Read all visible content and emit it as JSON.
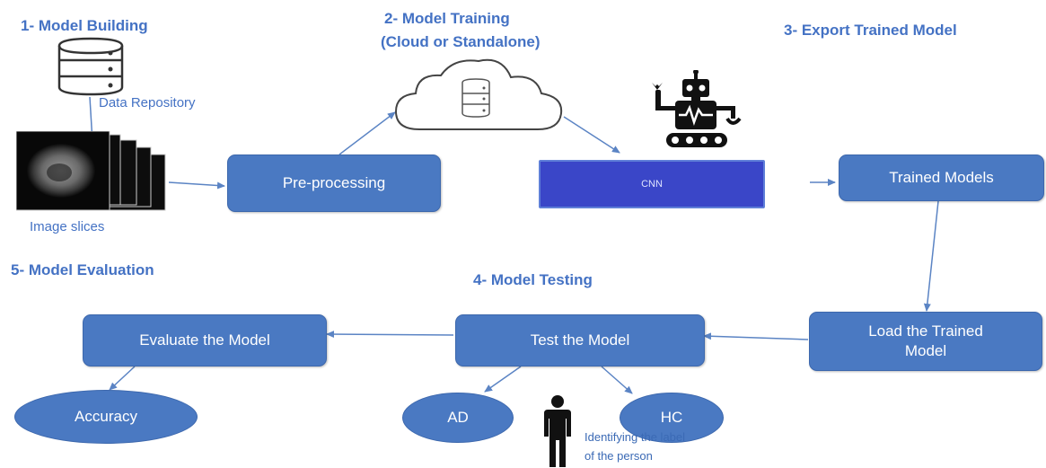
{
  "stages": {
    "building": "1- Model Building",
    "training_line1": "2- Model Training",
    "training_line2": "(Cloud or Standalone)",
    "export": "3- Export Trained Model",
    "testing": "4- Model Testing",
    "evaluation": "5- Model Evaluation"
  },
  "labels": {
    "data_repository": "Data Repository",
    "image_slices": "Image slices",
    "identifying_line1": "Identifying the label",
    "identifying_line2": "of the person"
  },
  "boxes": {
    "preprocessing": "Pre-processing",
    "cnn": "CNN",
    "trained_models": "Trained Models",
    "load_line1": "Load the Trained",
    "load_line2": "Model",
    "test": "Test the Model",
    "evaluate": "Evaluate the Model"
  },
  "outcomes": {
    "accuracy": "Accuracy",
    "ad": "AD",
    "hc": "HC"
  },
  "icons": [
    "database-icon",
    "mri-slices-icon",
    "cloud-database-icon",
    "robot-icon",
    "person-icon"
  ],
  "colors": {
    "box": "#4a79c2",
    "title": "#4472c4",
    "cnn": "#3a46c8",
    "arrow": "#5b84c4"
  }
}
